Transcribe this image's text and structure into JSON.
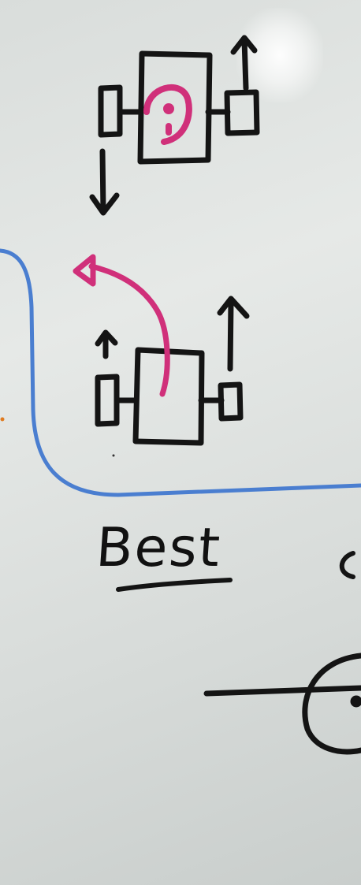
{
  "whiteboard": {
    "heading_word": "Best",
    "ink_colors": {
      "black": "#141414",
      "magenta": "#d0307a",
      "blue": "#4a7ed0",
      "board": "#dfe3e1"
    },
    "sketches": [
      "robot-turning-in-place",
      "robot-pivot-turn",
      "partial-circle-sketch"
    ]
  }
}
